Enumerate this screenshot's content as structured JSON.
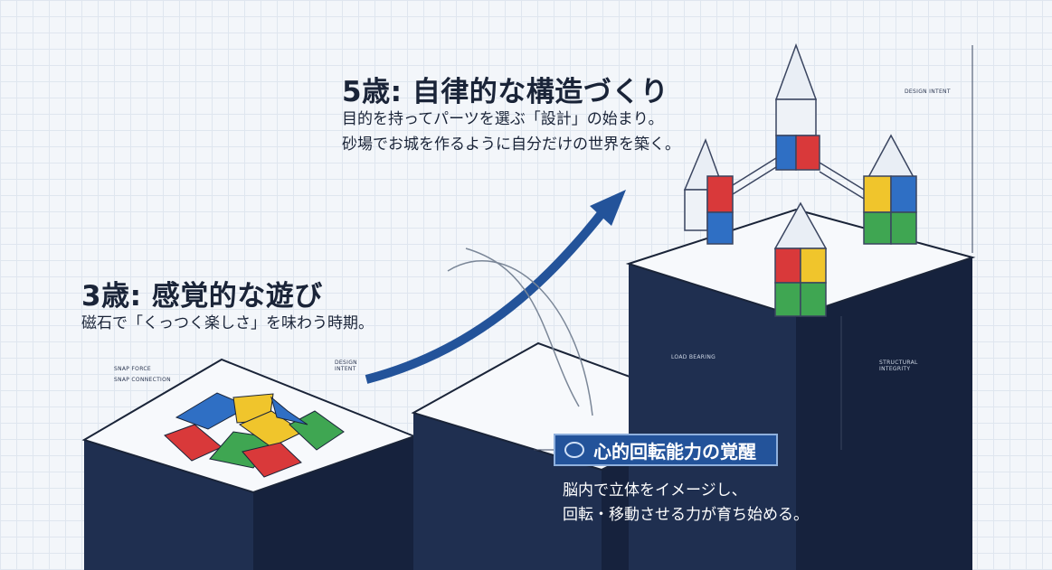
{
  "stage5": {
    "title": "5歳: 自律的な構造づくり",
    "line1": "目的を持ってパーツを選ぶ「設計」の始まり。",
    "line2": "砂場でお城を作るように自分だけの世界を築く。"
  },
  "stage3": {
    "title": "3歳: 感覚的な遊び",
    "line1": "磁石で「くっつく楽しさ」を味わう時期。"
  },
  "mental_rotation": {
    "badge": "心的回転能力の覚醒",
    "icon": "brain-icon",
    "line1": "脳内で立体をイメージし、",
    "line2": "回転・移動させる力が育ち始める。"
  },
  "annotations": {
    "snap_force": "SNAP FORCE",
    "snap_connection": "SNAP CONNECTION",
    "design_intent_left": "DESIGN INTENT",
    "design_intent_right": "DESIGN INTENT",
    "load_bearing": "LOAD BEARING",
    "structural_integrity": "STRUCTURAL INTEGRITY"
  },
  "colors": {
    "navy": "#1c2b4a",
    "arrow": "#23539a",
    "red": "#d9393a",
    "blue": "#2f6fc4",
    "yellow": "#f0c52c",
    "green": "#3fa652"
  }
}
